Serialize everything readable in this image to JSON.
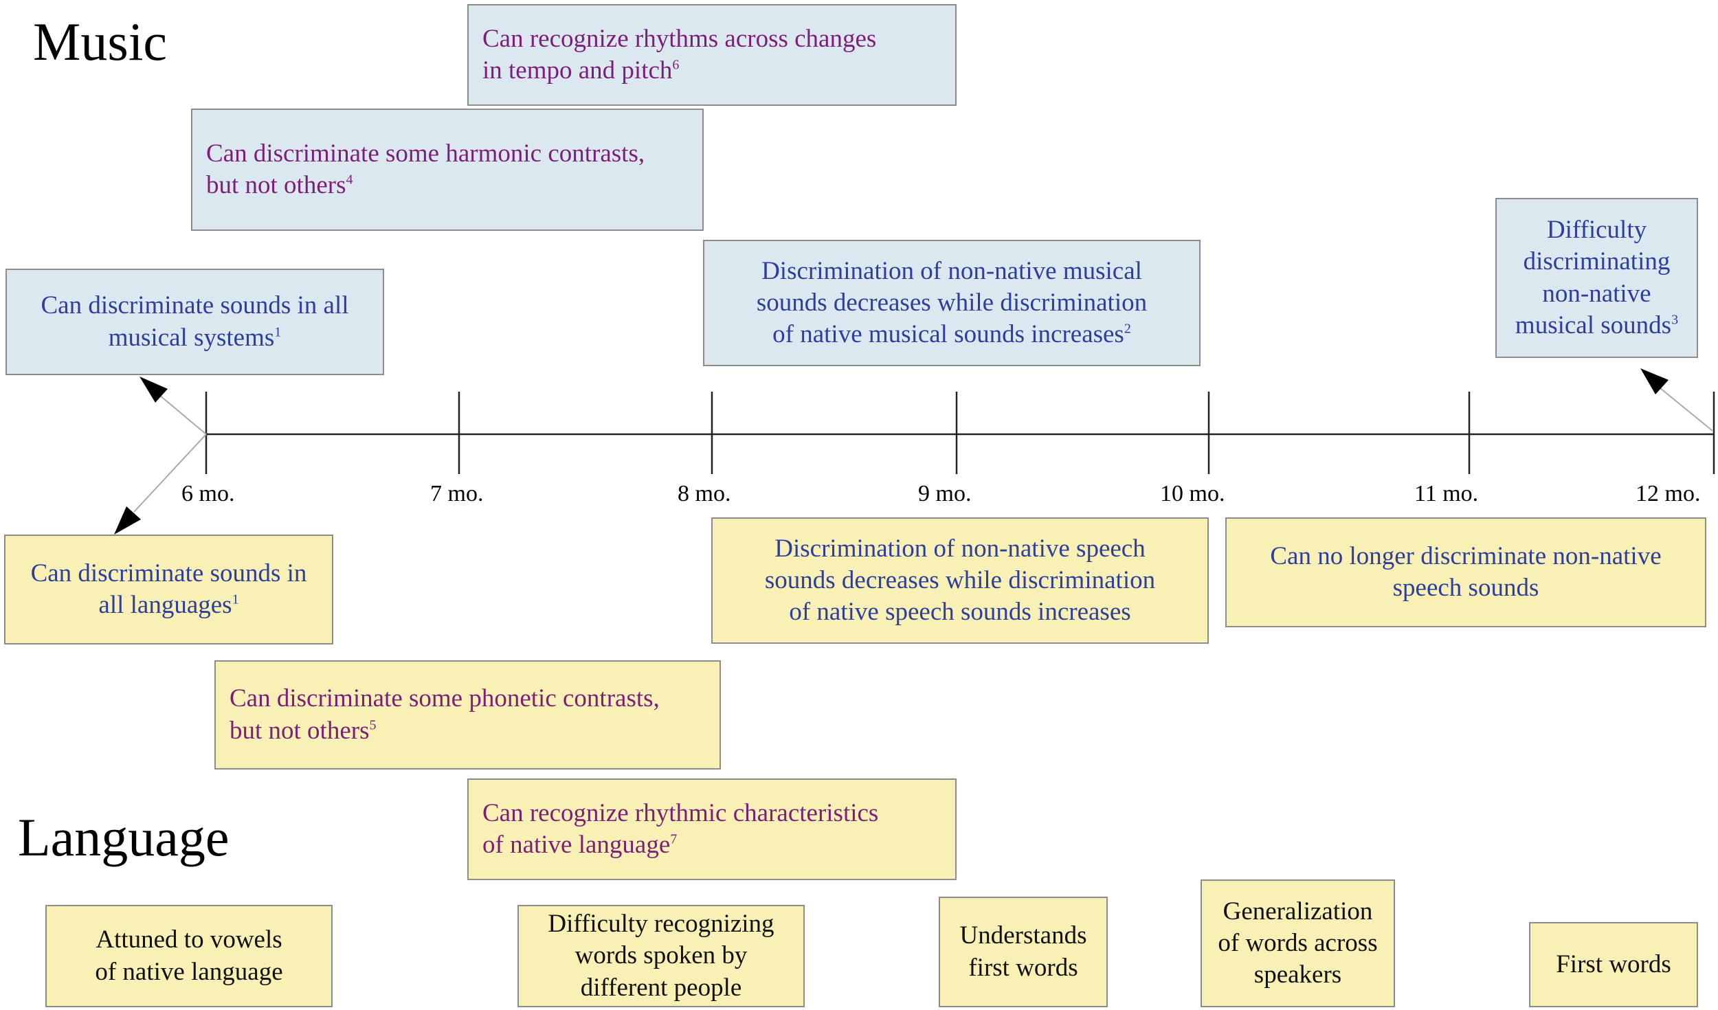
{
  "titles": {
    "music": "Music",
    "language": "Language"
  },
  "timeline": {
    "ticks": [
      "6 mo.",
      "7 mo.",
      "8 mo.",
      "9 mo.",
      "10 mo.",
      "11 mo.",
      "12 mo."
    ]
  },
  "colors": {
    "music_box_fill": "#dbe8f0",
    "language_box_fill": "#f8f0b4",
    "text_blue": "#2d3e9c",
    "text_purple": "#7d1f7a",
    "text_black": "#111111"
  },
  "music": {
    "rhythm_tempo": {
      "line1": "Can recognize rhythms across changes",
      "line2": "in tempo and pitch",
      "ref": "6"
    },
    "harmonic": {
      "line1": "Can discriminate some harmonic contrasts,",
      "line2": "but not others",
      "ref": "4"
    },
    "all_systems": {
      "line1": "Can discriminate sounds in all",
      "line2": "musical systems",
      "ref": "1"
    },
    "non_native_decrease": {
      "line1": "Discrimination of non-native musical",
      "line2": "sounds decreases while discrimination",
      "line3": "of native musical sounds increases",
      "ref": "2"
    },
    "difficulty": {
      "line1": "Difficulty",
      "line2": "discriminating",
      "line3": "non-native",
      "line4": "musical sounds",
      "ref": "3"
    }
  },
  "language": {
    "all_languages": {
      "line1": "Can discriminate sounds in",
      "line2": "all languages",
      "ref": "1"
    },
    "non_native_speech": {
      "line1": "Discrimination of non-native speech",
      "line2": "sounds decreases while discrimination",
      "line3": "of native speech sounds increases"
    },
    "no_longer": {
      "line1": "Can no longer discriminate non-native",
      "line2": "speech sounds"
    },
    "phonetic": {
      "line1": "Can discriminate some phonetic contrasts,",
      "line2": "but not others",
      "ref": "5"
    },
    "rhythmic": {
      "line1": "Can recognize rhythmic characteristics",
      "line2": "of native language",
      "ref": "7"
    },
    "vowels": {
      "line1": "Attuned to vowels",
      "line2": "of native language"
    },
    "difficulty_words": {
      "line1": "Difficulty recognizing",
      "line2": "words spoken by",
      "line3": "different people"
    },
    "first_words_understood": {
      "line1": "Understands",
      "line2": "first words"
    },
    "generalization": {
      "line1": "Generalization",
      "line2": "of words across",
      "line3": "speakers"
    },
    "first_words": {
      "line1": "First words"
    }
  }
}
